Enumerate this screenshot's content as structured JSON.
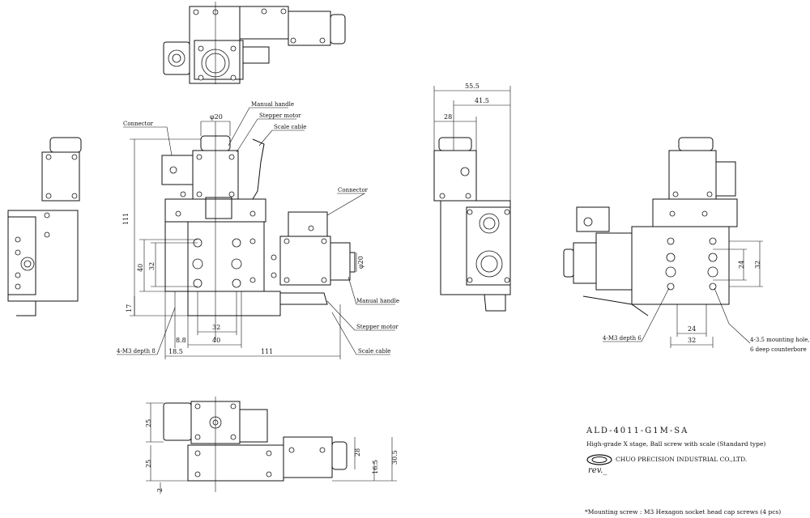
{
  "labels": {
    "connector_front": "Connector",
    "manual_handle_front": "Manual handle",
    "stepper_motor_front": "Stepper motor",
    "scale_cable_front": "Scale cable",
    "connector_right": "Connector",
    "manual_handle_right": "Manual handle",
    "stepper_motor_right": "Stepper motor",
    "scale_cable_right": "Scale cable",
    "m3_depth8": "4-M3 depth 8",
    "m3_depth6": "4-M3 depth 6",
    "mount_hole_1": "4-3.5 mounting hole,",
    "mount_hole_2": "6 deep counterbore"
  },
  "dims": {
    "phi20_top": "φ20",
    "d111_v": "111",
    "d40_v": "40",
    "d32_v": "32",
    "d17_v": "17",
    "d32_h": "32",
    "d40_h": "40",
    "d8_8": "8.8",
    "d18_5": "18.5",
    "d111_h": "111",
    "phi20_side": "φ20",
    "d55_5": "55.5",
    "d41_5": "41.5",
    "d28_top": "28",
    "d24_v": "24",
    "d32_v2": "32",
    "d24_h": "24",
    "d32_h2": "32",
    "d25_a": "25",
    "d25_b": "25",
    "d2": "2",
    "d28_v": "28",
    "d16_5": "16.5",
    "d30_5": "30.5"
  },
  "title_block": {
    "model": "ALD-4011-G1M-SA",
    "description": "High-grade X stage, Ball screw with scale (Standard type)",
    "company": "CHUO PRECISION INDUSTRIAL CO.,LTD.",
    "revision": "rev._",
    "note": "*Mounting screw : M3 Hexagon socket head cap screws (4 pcs)"
  }
}
